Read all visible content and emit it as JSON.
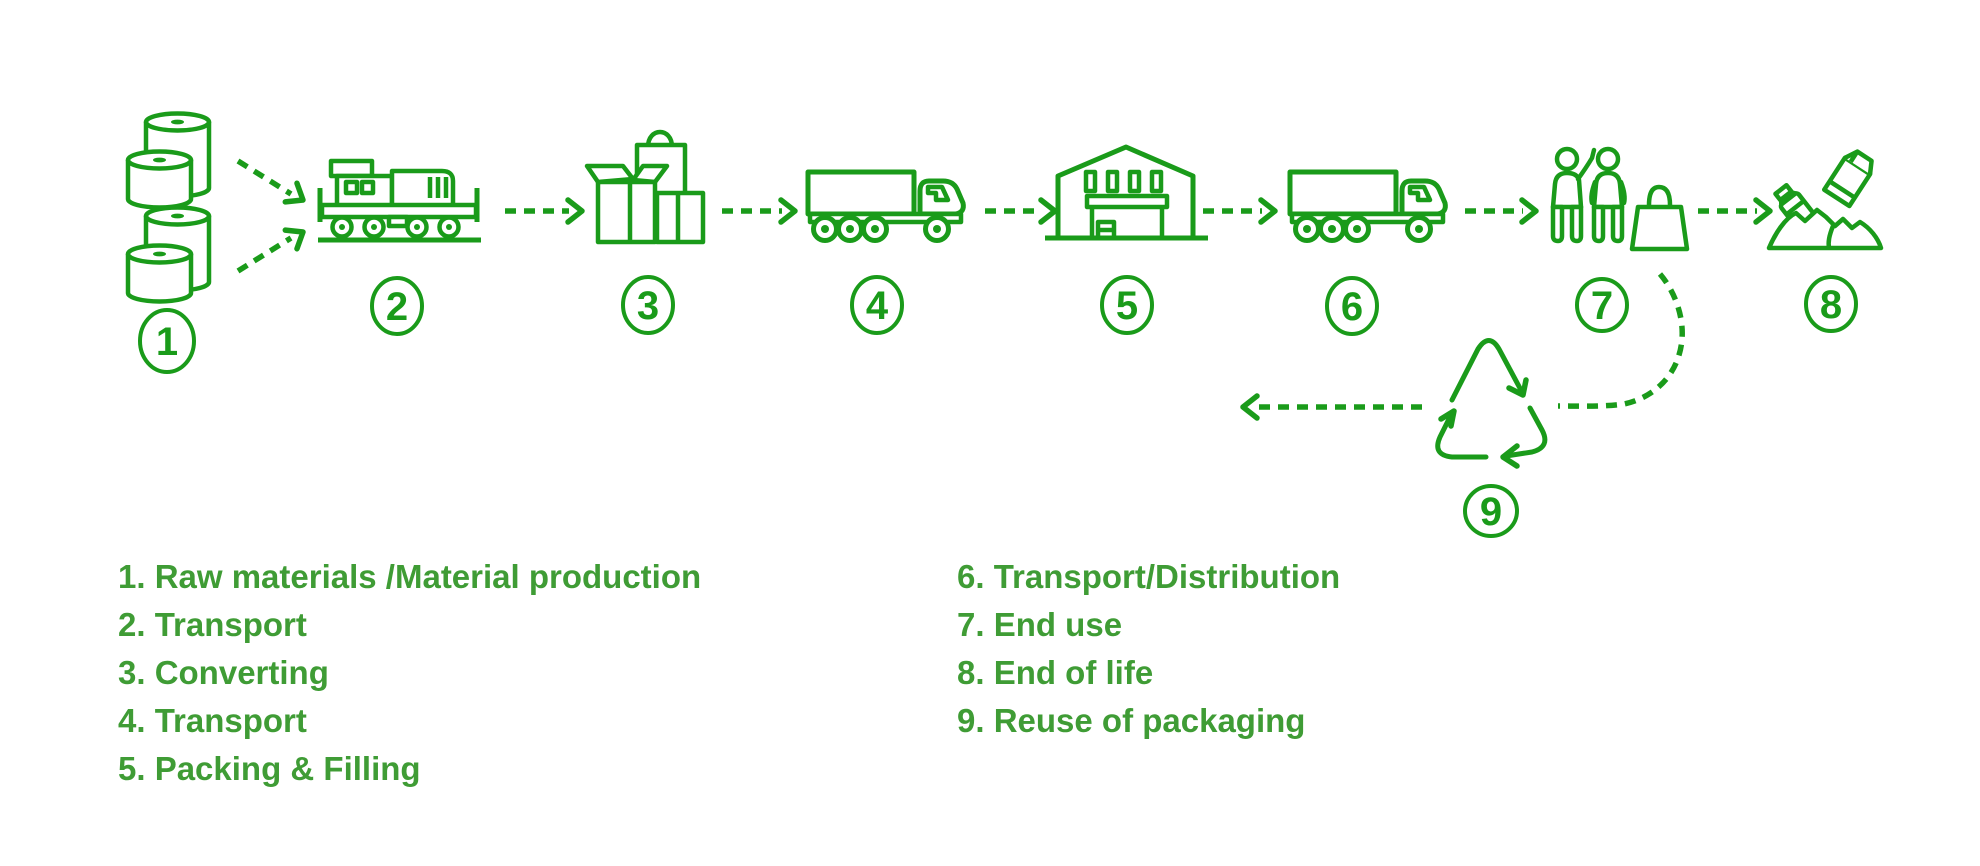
{
  "colors": {
    "green": "#1a9b1a",
    "text": "#3f9c35"
  },
  "badges": [
    "1",
    "2",
    "3",
    "4",
    "5",
    "6",
    "7",
    "8",
    "9"
  ],
  "legend": {
    "left": [
      "1. Raw materials /Material production",
      "2. Transport",
      "3. Converting",
      "4. Transport",
      "5. Packing & Filling"
    ],
    "right": [
      "6. Transport/Distribution",
      "7. End use",
      "8. End of life",
      "9. Reuse of packaging"
    ]
  },
  "icons": {
    "step1": "paper-rolls-icon",
    "step2": "freight-train-icon",
    "step3": "boxes-and-bag-icon",
    "step4": "truck-icon",
    "step5": "warehouse-icon",
    "step6": "truck-icon",
    "step7": "consumers-with-bag-icon",
    "step8": "waste-pile-icon",
    "step9": "recycling-loop-icon"
  }
}
